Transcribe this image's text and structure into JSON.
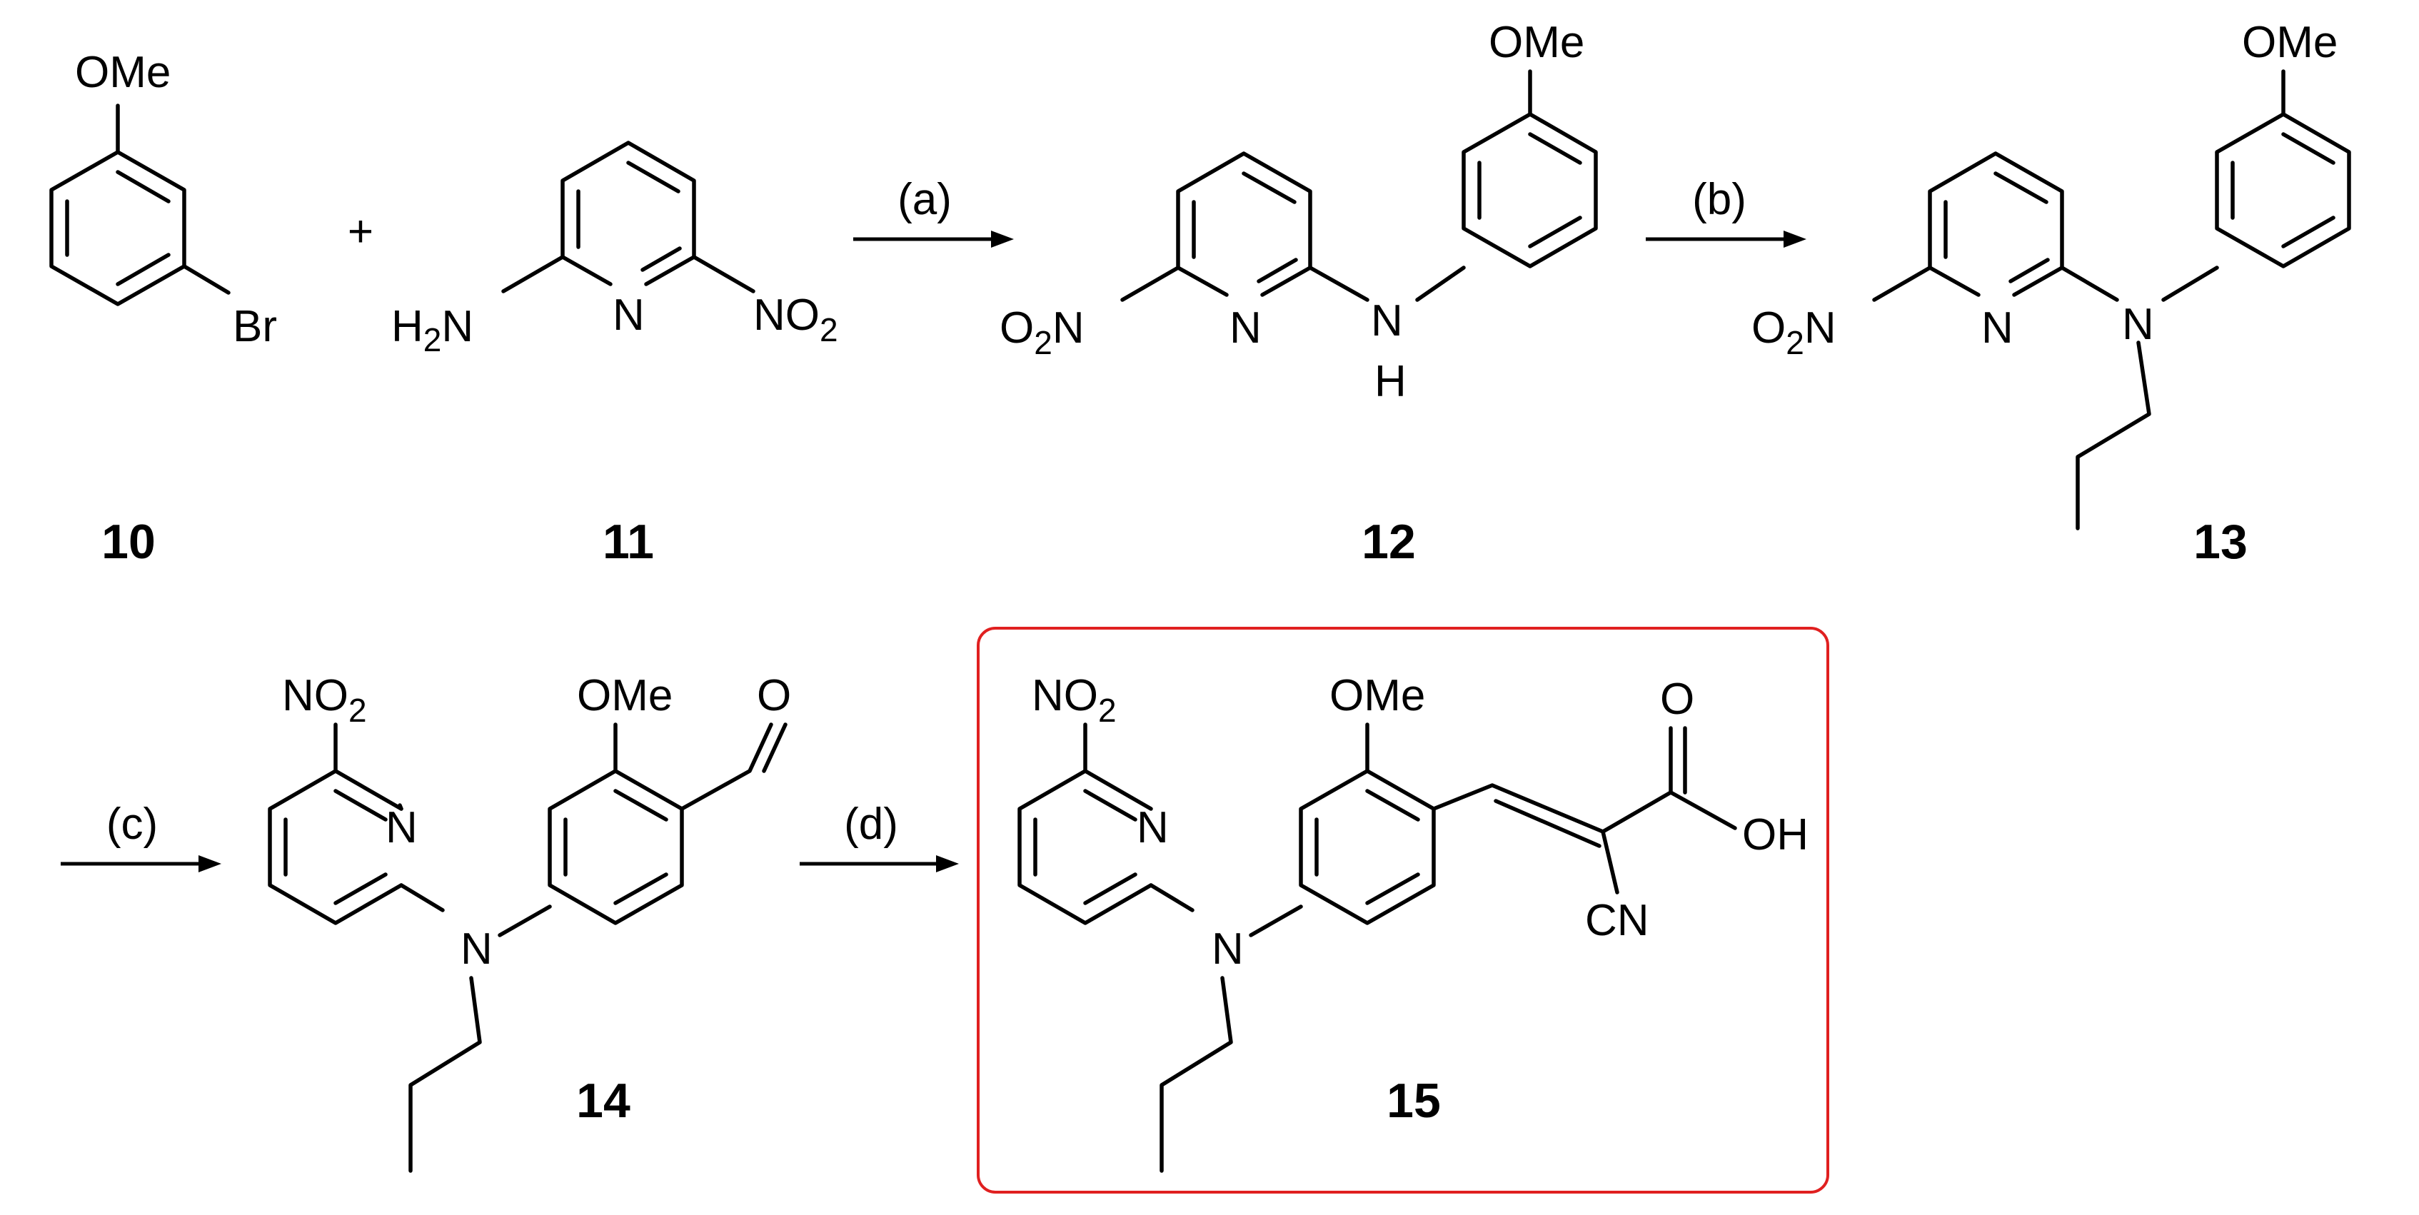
{
  "scheme": {
    "compounds": [
      {
        "id": "10",
        "label": "10"
      },
      {
        "id": "11",
        "label": "11"
      },
      {
        "id": "12",
        "label": "12"
      },
      {
        "id": "13",
        "label": "13"
      },
      {
        "id": "14",
        "label": "14"
      },
      {
        "id": "15",
        "label": "15"
      }
    ],
    "conditions": {
      "a": "(a)",
      "b": "(b)",
      "c": "(c)",
      "d": "(d)"
    },
    "plus": "+",
    "atoms": {
      "OMe": "OMe",
      "Br": "Br",
      "H": "H",
      "N": "N",
      "NO": "NO",
      "O": "O",
      "sub2": "2",
      "OH": "OH",
      "CN": "CN"
    },
    "highlight_color": "#e02020"
  }
}
